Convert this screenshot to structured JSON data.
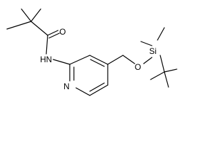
{
  "molecule": {
    "atoms": {
      "oxygen_carbonyl": "O",
      "amide_nh": "HN",
      "pyridine_n": "N",
      "ether_o": "O",
      "silicon": "Si"
    }
  }
}
